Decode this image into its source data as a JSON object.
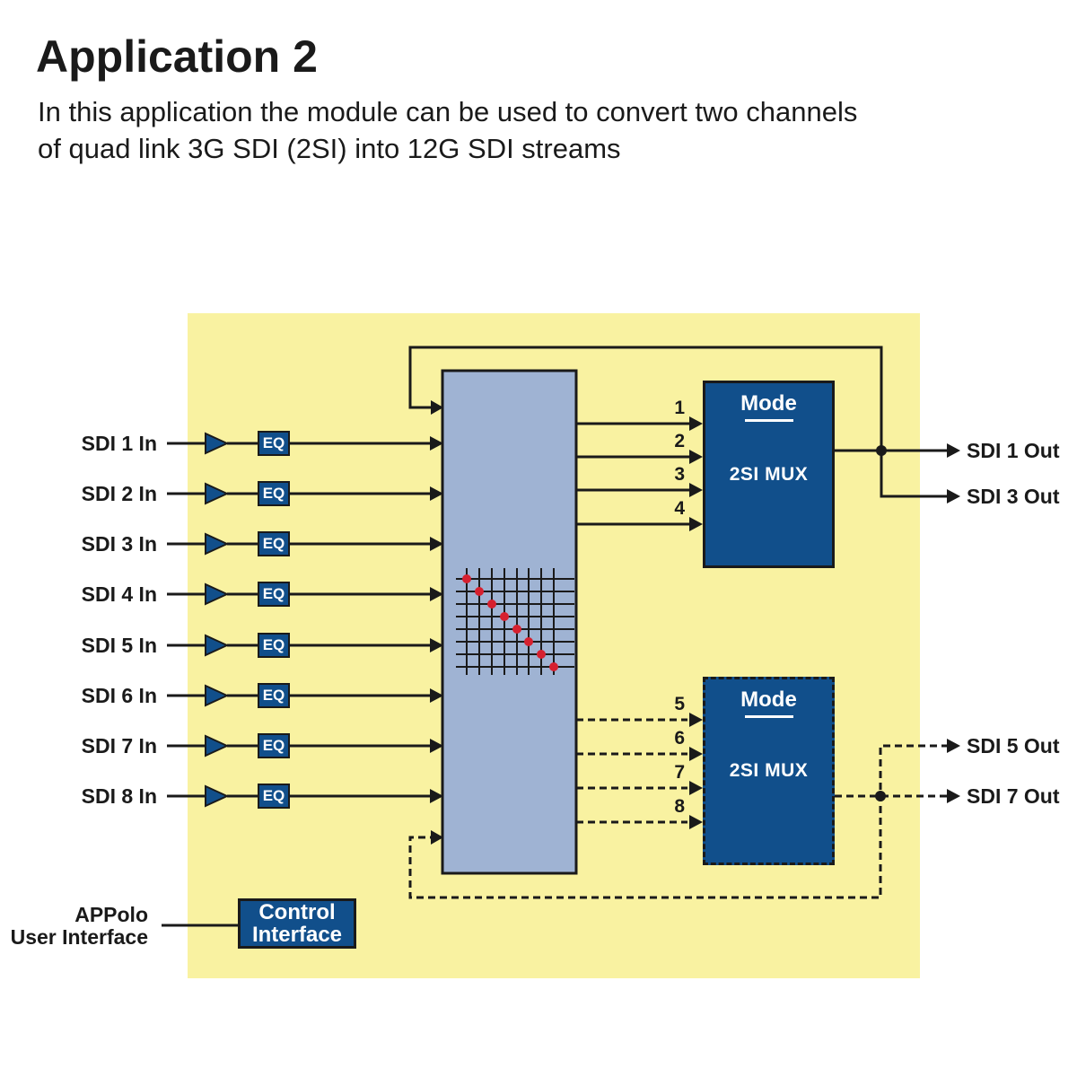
{
  "page": {
    "title": "Application 2",
    "description_line1": "In this application the module can be used to convert two channels",
    "description_line2": "of quad link 3G SDI (2SI) into 12G SDI streams"
  },
  "colors": {
    "panel_yellow": "#F9F2A1",
    "matrix_fill": "#9FB3D3",
    "dark_blue": "#114F8B",
    "crosspoint_red": "#D6202F",
    "line_black": "#1A1A1A",
    "box_text_white": "#FFFFFF",
    "page_bg": "#FFFFFF"
  },
  "diagram": {
    "inputs": [
      {
        "label": "SDI 1 In"
      },
      {
        "label": "SDI 2 In"
      },
      {
        "label": "SDI 3 In"
      },
      {
        "label": "SDI 4 In"
      },
      {
        "label": "SDI 5 In"
      },
      {
        "label": "SDI 6 In"
      },
      {
        "label": "SDI 7 In"
      },
      {
        "label": "SDI 8 In"
      }
    ],
    "eq_label": "EQ",
    "top_mux": {
      "title": "Mode",
      "subtitle": "2SI MUX",
      "input_numbers": [
        "1",
        "2",
        "3",
        "4"
      ]
    },
    "bottom_mux": {
      "title": "Mode",
      "subtitle": "2SI MUX",
      "input_numbers": [
        "5",
        "6",
        "7",
        "8"
      ]
    },
    "outputs_top": [
      {
        "label": "SDI 1 Out"
      },
      {
        "label": "SDI 3 Out"
      }
    ],
    "outputs_bottom": [
      {
        "label": "SDI 5 Out"
      },
      {
        "label": "SDI 7 Out"
      }
    ],
    "control": {
      "source_line1": "APPolo",
      "source_line2": "User Interface",
      "box_line1": "Control",
      "box_line2": "Interface"
    }
  }
}
